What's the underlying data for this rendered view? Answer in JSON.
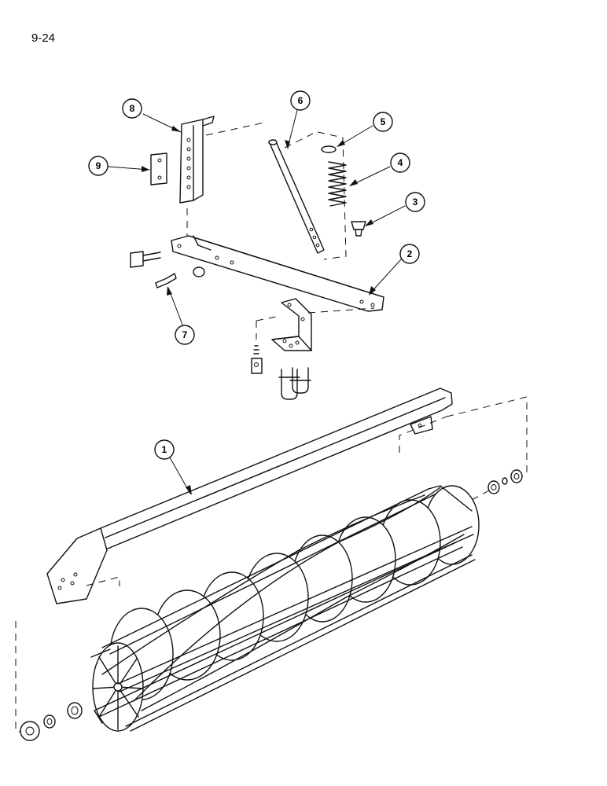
{
  "page": {
    "number": "9-24"
  },
  "callouts": [
    {
      "id": "c1",
      "label": "1"
    },
    {
      "id": "c2",
      "label": "2"
    },
    {
      "id": "c3",
      "label": "3"
    },
    {
      "id": "c4",
      "label": "4"
    },
    {
      "id": "c5",
      "label": "5"
    },
    {
      "id": "c6",
      "label": "6"
    },
    {
      "id": "c7",
      "label": "7"
    },
    {
      "id": "c8",
      "label": "8"
    },
    {
      "id": "c9",
      "label": "9"
    }
  ]
}
